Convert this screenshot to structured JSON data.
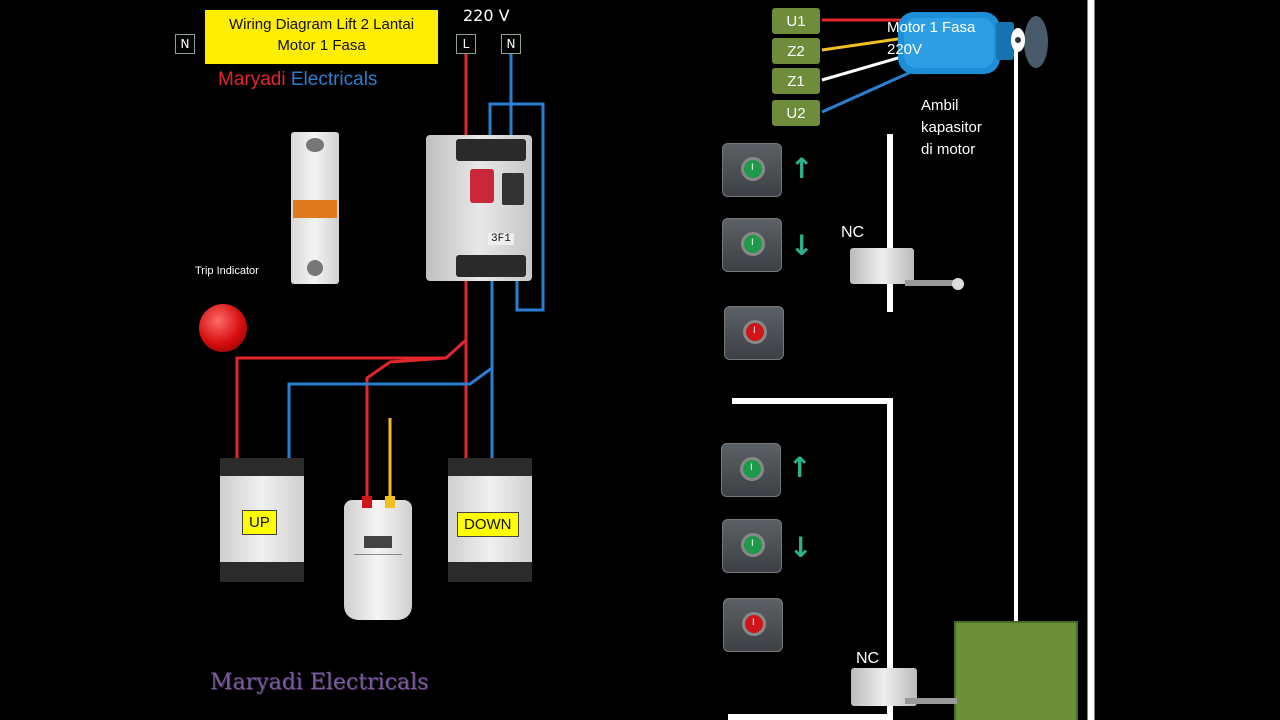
{
  "title": {
    "line1": "Wiring Diagram Lift 2 Lantai",
    "line2": "Motor 1 Fasa"
  },
  "brand": {
    "part1": "Maryadi",
    "part2": " Electricals"
  },
  "watermark": "Maryadi Electricals",
  "terminals": {
    "n_left": "N",
    "l": "L",
    "n_right": "N"
  },
  "supply_voltage": "220 V",
  "trip_indicator": "Trip Indicator",
  "contactors": {
    "up": "UP",
    "down": "DOWN"
  },
  "breaker_label": "3F1",
  "motor": {
    "title": "Motor 1 Fasa",
    "voltage": "220V",
    "note_line1": "Ambil",
    "note_line2": "kapasitor",
    "note_line3": "di motor"
  },
  "motor_terminals": [
    "U1",
    "Z2",
    "Z1",
    "U2"
  ],
  "limit_switch_label": "NC",
  "button_symbol": "I",
  "colors": {
    "phase": "#e3262d",
    "neutral": "#2a7fd0",
    "aux": "#f0c020",
    "white": "#ffffff",
    "title_bg": "#ffee00",
    "terminal_bg": "#6e8c3a",
    "cabin": "#6d8f37",
    "button_green": "#1f9a4a",
    "button_red": "#d0141b"
  }
}
